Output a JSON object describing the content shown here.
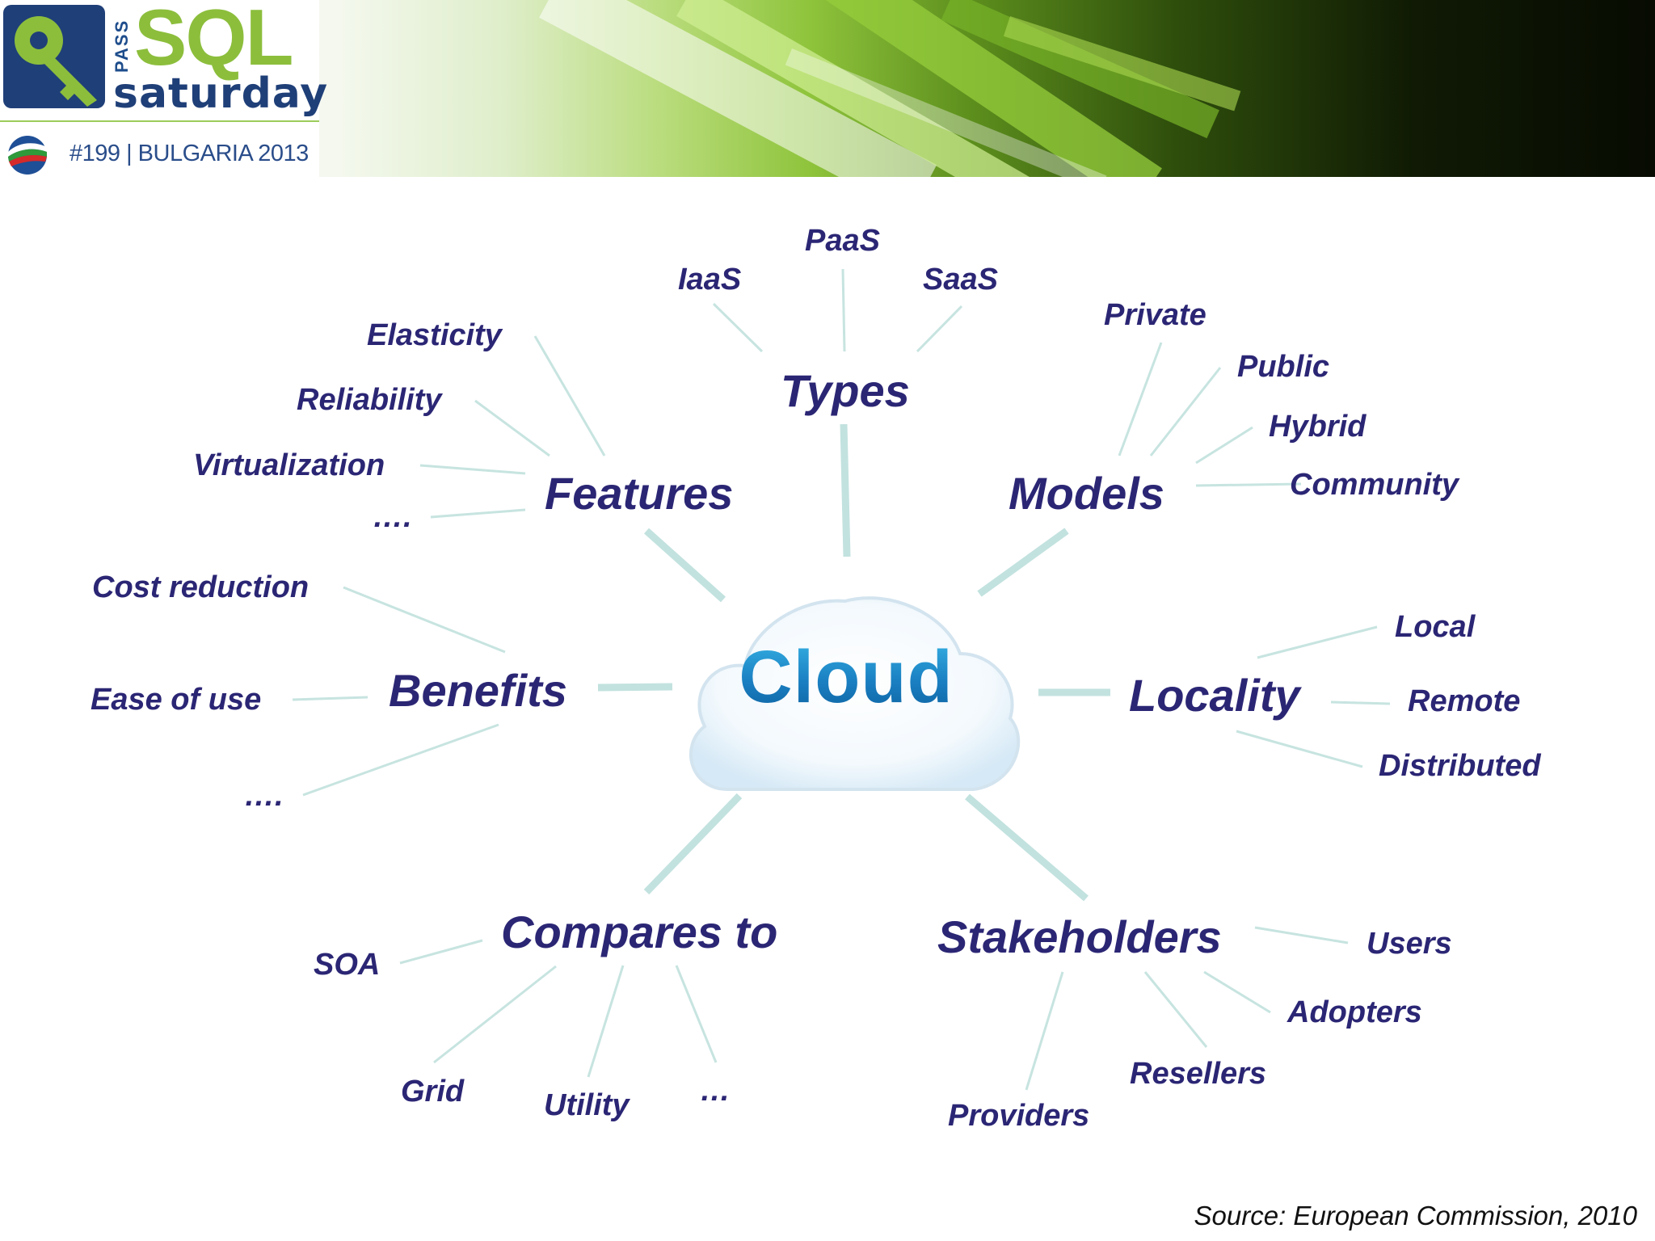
{
  "header": {
    "logo_pass": "PASS",
    "logo_sql": "SQL",
    "logo_saturday": "saturday",
    "event": "#199 | BULGARIA 2013"
  },
  "center": {
    "label": "Cloud"
  },
  "categories": {
    "types": "Types",
    "features": "Features",
    "models": "Models",
    "benefits": "Benefits",
    "locality": "Locality",
    "compares": "Compares to",
    "stakeholders": "Stakeholders"
  },
  "leaves": {
    "types": [
      "IaaS",
      "PaaS",
      "SaaS"
    ],
    "features": [
      "Elasticity",
      "Reliability",
      "Virtualization",
      "…."
    ],
    "models": [
      "Private",
      "Public",
      "Hybrid",
      "Community"
    ],
    "benefits": [
      "Cost reduction",
      "Ease of use",
      "…."
    ],
    "locality": [
      "Local",
      "Remote",
      "Distributed"
    ],
    "compares": [
      "SOA",
      "Grid",
      "Utility",
      "…"
    ],
    "stakeholders": [
      "Users",
      "Adopters",
      "Resellers",
      "Providers"
    ]
  },
  "source": "Source: European Commission, 2010",
  "colors": {
    "label_text": "#2b2674",
    "connector": "#bfe0de",
    "cloud_text": "#1a7fc1",
    "brand_green": "#8cbe3c",
    "brand_blue": "#1f3f78"
  }
}
